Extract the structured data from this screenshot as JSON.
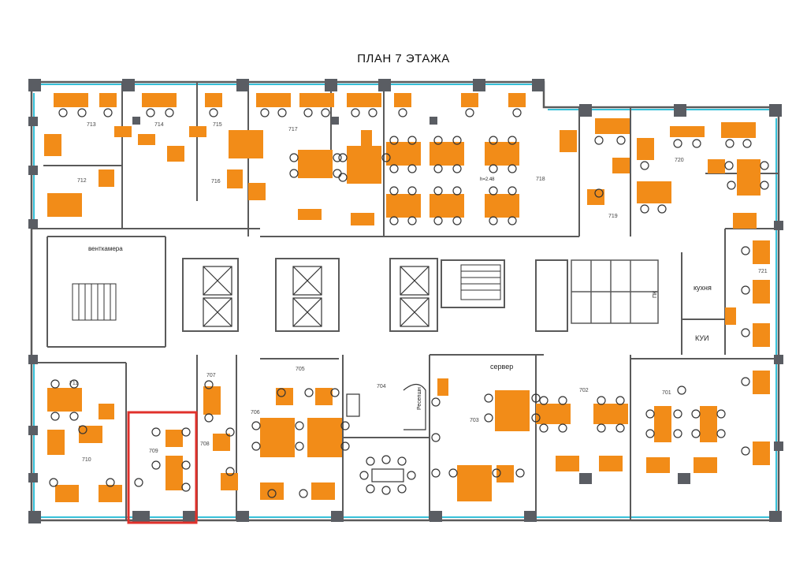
{
  "title": "ПЛАН 7 ЭТАЖА",
  "labels": {
    "ventkamera": "венткамера",
    "kitchen": "кухня",
    "kui": "КУИ",
    "server": "сервер",
    "reception": "Ресепшн",
    "pk": "ПК",
    "height": "h=2.48"
  },
  "rooms": [
    "701",
    "702",
    "703",
    "704",
    "705",
    "706",
    "707",
    "708",
    "709",
    "710",
    "711",
    "712",
    "713",
    "714",
    "715",
    "716",
    "717",
    "718",
    "719",
    "720",
    "721"
  ],
  "colors": {
    "wall": "#5a5a5a",
    "column": "#5a5d63",
    "desk": "#f28c18",
    "chair": "#333333",
    "window": "#36c0d8",
    "highlight": "#e0312b"
  }
}
